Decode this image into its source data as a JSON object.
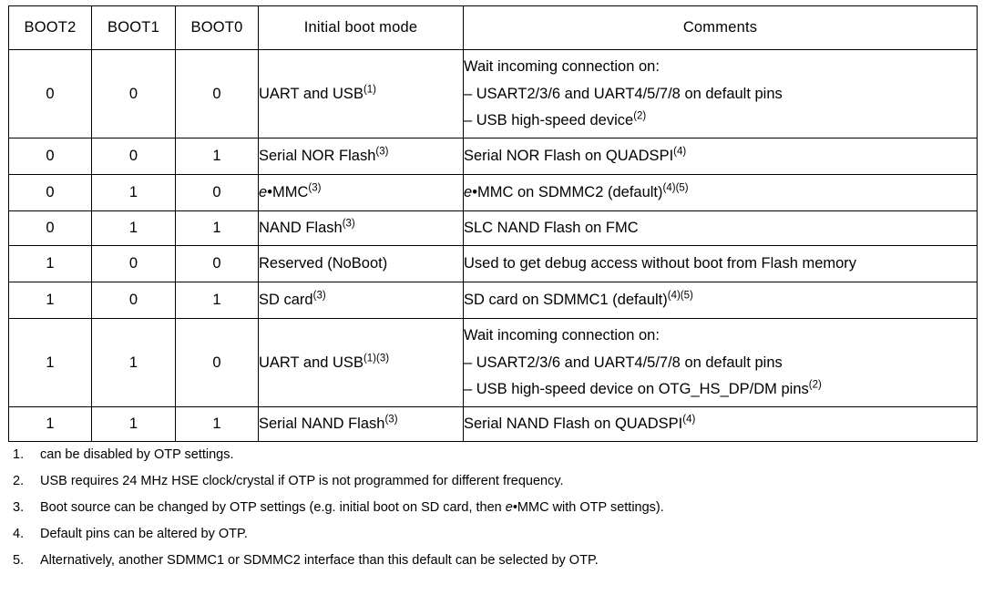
{
  "table": {
    "headers": [
      "BOOT2",
      "BOOT1",
      "BOOT0",
      "Initial boot mode",
      "Comments"
    ],
    "rows": [
      {
        "boot2": "0",
        "boot1": "0",
        "boot0": "0",
        "mode": "UART and USB",
        "mode_sup": "(1)",
        "comment_lines": [
          "Wait incoming connection on:",
          "– USART2/3/6 and UART4/5/7/8 on default pins",
          "– USB high-speed device"
        ],
        "comment_sup": "(2)"
      },
      {
        "boot2": "0",
        "boot1": "0",
        "boot0": "1",
        "mode": "Serial NOR Flash",
        "mode_sup": "(3)",
        "comment_lines": [
          "Serial NOR Flash on QUADSPI"
        ],
        "comment_sup": "(4)"
      },
      {
        "boot2": "0",
        "boot1": "1",
        "boot0": "0",
        "mode_italic_e": "e",
        "mode": "•MMC",
        "mode_sup": "(3)",
        "comment_italic_e": "e",
        "comment_lines": [
          "•MMC on SDMMC2 (default)"
        ],
        "comment_sup": "(4)(5)"
      },
      {
        "boot2": "0",
        "boot1": "1",
        "boot0": "1",
        "mode": "NAND Flash",
        "mode_sup": "(3)",
        "comment_lines": [
          "SLC NAND Flash on FMC"
        ],
        "comment_sup": ""
      },
      {
        "boot2": "1",
        "boot1": "0",
        "boot0": "0",
        "mode": "Reserved (NoBoot)",
        "mode_sup": "",
        "comment_lines": [
          "Used to get debug access without boot from Flash memory"
        ],
        "comment_sup": ""
      },
      {
        "boot2": "1",
        "boot1": "0",
        "boot0": "1",
        "mode": "SD card",
        "mode_sup": "(3)",
        "comment_lines": [
          "SD card on SDMMC1 (default)"
        ],
        "comment_sup": "(4)(5)"
      },
      {
        "boot2": "1",
        "boot1": "1",
        "boot0": "0",
        "mode": "UART and USB",
        "mode_sup": "(1)(3)",
        "comment_lines": [
          "Wait incoming connection on:",
          "– USART2/3/6 and UART4/5/7/8 on default pins",
          "– USB high-speed device on OTG_HS_DP/DM pins"
        ],
        "comment_sup": "(2)"
      },
      {
        "boot2": "1",
        "boot1": "1",
        "boot0": "1",
        "mode": "Serial NAND Flash",
        "mode_sup": "(3)",
        "comment_lines": [
          "Serial NAND Flash on QUADSPI"
        ],
        "comment_sup": "(4)"
      }
    ]
  },
  "footnotes": [
    {
      "num": "1.",
      "text": "can be disabled by OTP settings."
    },
    {
      "num": "2.",
      "text": "USB requires 24 MHz HSE clock/crystal if OTP is not programmed for different frequency."
    },
    {
      "num": "3.",
      "pre": "Boot source can be changed by OTP settings (e.g. initial boot on SD card, then ",
      "italic_e": "e",
      "post": "•MMC with OTP settings)."
    },
    {
      "num": "4.",
      "text": "Default pins can be altered by OTP."
    },
    {
      "num": "5.",
      "text": "Alternatively, another SDMMC1 or SDMMC2 interface than this default can be selected by OTP."
    }
  ]
}
